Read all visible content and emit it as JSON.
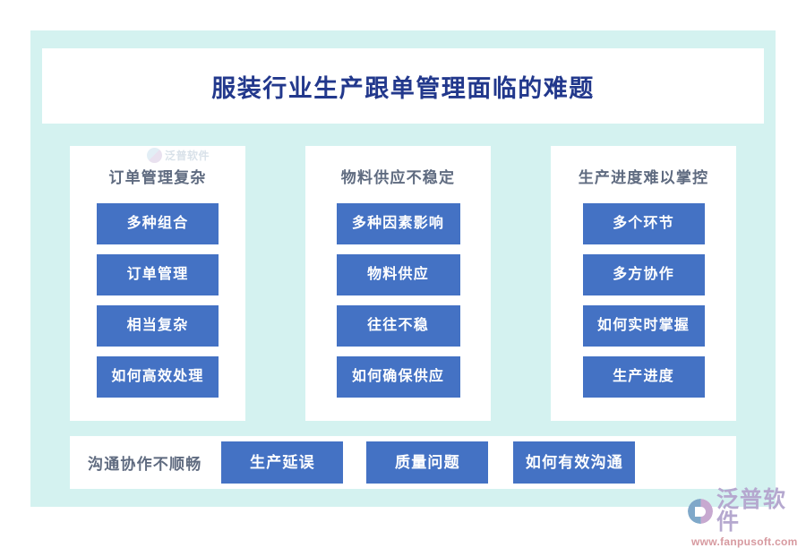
{
  "page": {
    "title": "服装行业生产跟单管理面临的难题",
    "background_color": "#ffffff",
    "panel_color": "#d4f2f0",
    "card_color": "#ffffff",
    "accent_color": "#4472c4",
    "title_color": "#22388c",
    "heading_color": "#5f6b80"
  },
  "columns": [
    {
      "heading": "订单管理复杂",
      "items": [
        {
          "label": "多种组合"
        },
        {
          "label": "订单管理"
        },
        {
          "label": "相当复杂"
        },
        {
          "label": "如何高效处理"
        }
      ]
    },
    {
      "heading": "物料供应不稳定",
      "items": [
        {
          "label": "多种因素影响"
        },
        {
          "label": "物料供应"
        },
        {
          "label": "往往不稳"
        },
        {
          "label": "如何确保供应"
        }
      ]
    },
    {
      "heading": "生产进度难以掌控",
      "items": [
        {
          "label": "多个环节"
        },
        {
          "label": "多方协作"
        },
        {
          "label": "如何实时掌握"
        },
        {
          "label": "生产进度"
        }
      ]
    }
  ],
  "bottom_row": {
    "label": "沟通协作不顺畅",
    "items": [
      {
        "label": "生产延误"
      },
      {
        "label": "质量问题"
      },
      {
        "label": "如何有效沟通"
      }
    ]
  },
  "watermark": {
    "text": "泛普软件",
    "icon": "fanpu-logo-icon"
  },
  "logo": {
    "name": "泛普软件",
    "url": "www.fanpusoft.com",
    "icon": "fanpu-logo-icon"
  }
}
